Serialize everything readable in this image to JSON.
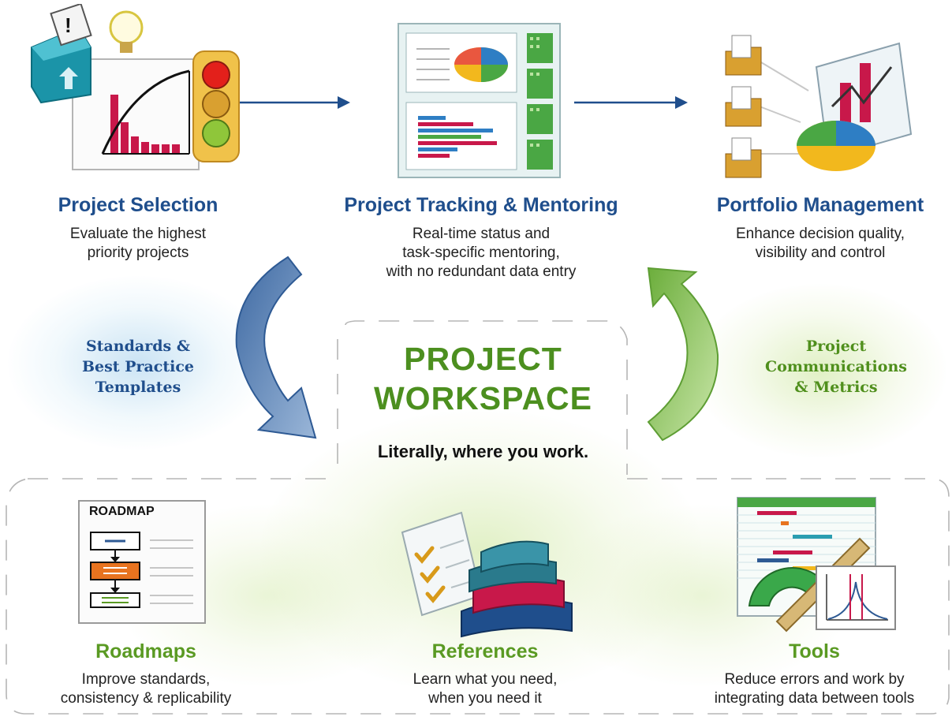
{
  "top": [
    {
      "title": "Project Selection",
      "desc": [
        "Evaluate the highest",
        "priority projects"
      ],
      "icon": "project-selection-icon"
    },
    {
      "title": "Project Tracking & Mentoring",
      "desc": [
        "Real-time status and",
        "task-specific mentoring,",
        "with no redundant data entry"
      ],
      "icon": "dashboard-icon"
    },
    {
      "title": "Portfolio Management",
      "desc": [
        "Enhance decision quality,",
        "visibility and control"
      ],
      "icon": "portfolio-chart-icon"
    }
  ],
  "left_cycle_label": [
    "Standards &",
    "Best Practice",
    "Templates"
  ],
  "right_cycle_label": [
    "Project",
    "Communications",
    "& Metrics"
  ],
  "workspace": {
    "title": [
      "PROJECT",
      "WORKSPACE"
    ],
    "subtitle": "Literally, where you work."
  },
  "bottom": [
    {
      "title": "Roadmaps",
      "desc": [
        "Improve standards,",
        "consistency & replicability"
      ],
      "icon": "roadmap-icon",
      "icon_text": "ROADMAP"
    },
    {
      "title": "References",
      "desc": [
        "Learn what you need,",
        "when you need it"
      ],
      "icon": "books-icon"
    },
    {
      "title": "Tools",
      "desc": [
        "Reduce errors and work by",
        "integrating data between tools"
      ],
      "icon": "tools-icon"
    }
  ],
  "colors": {
    "blue_title": "#1f4e8c",
    "green_title": "#5a9a23",
    "blue_arrow": "#5f86b8",
    "green_arrow": "#8cc46a"
  }
}
